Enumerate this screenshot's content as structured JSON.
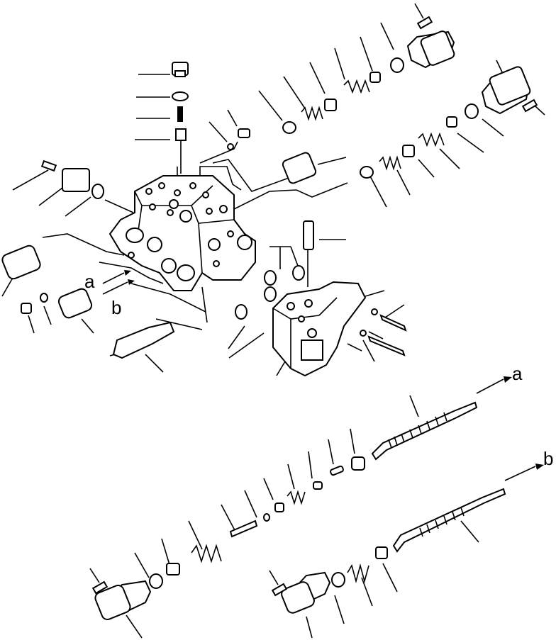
{
  "diagram": {
    "type": "exploded-parts-view",
    "arrow_labels": {
      "upper_a": "a",
      "upper_b": "b",
      "lower_a": "a",
      "lower_b": "b"
    }
  }
}
